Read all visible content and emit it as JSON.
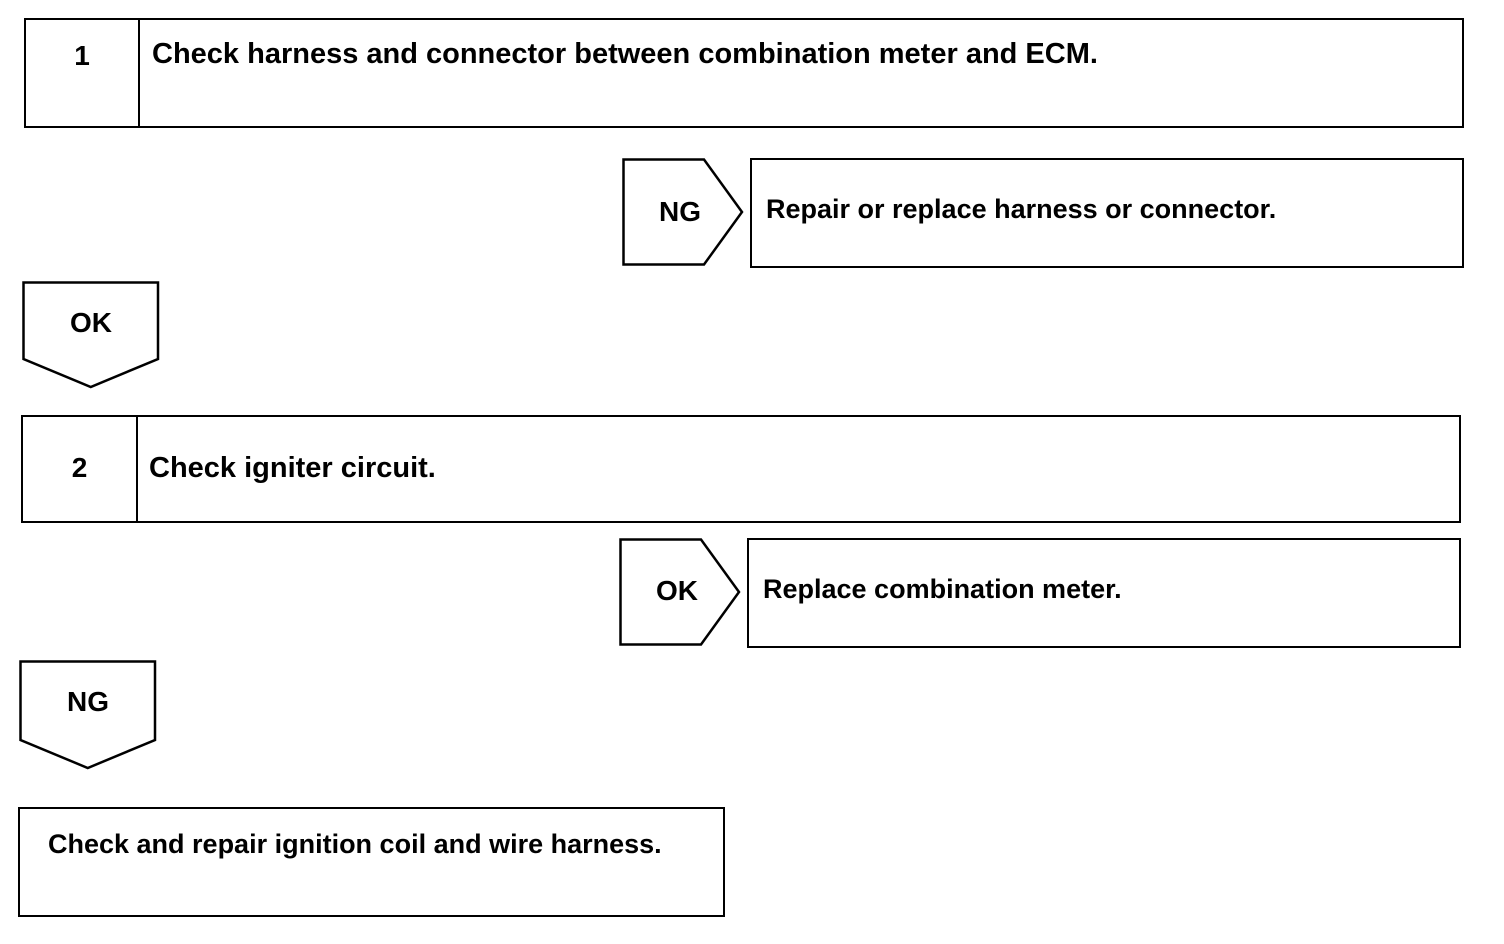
{
  "step1": {
    "number": "1",
    "text": "Check harness and connector between combination meter and ECM."
  },
  "branch1_right": {
    "label": "NG",
    "result": "Repair or replace harness or connector."
  },
  "branch1_down": {
    "label": "OK"
  },
  "step2": {
    "number": "2",
    "text": "Check igniter circuit."
  },
  "branch2_right": {
    "label": "OK",
    "result": "Replace combination meter."
  },
  "branch2_down": {
    "label": "NG"
  },
  "final": {
    "text": "Check and repair ignition coil and wire harness."
  }
}
